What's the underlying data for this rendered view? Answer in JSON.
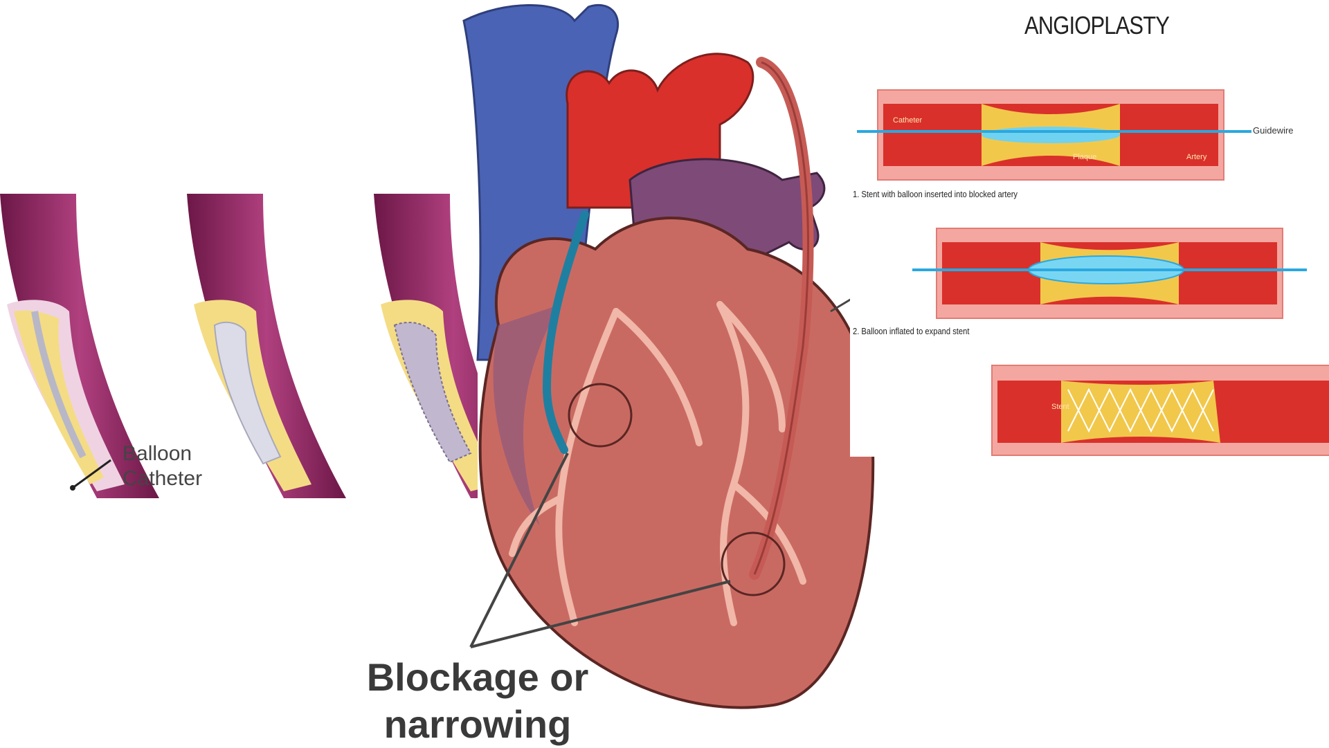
{
  "title": "ANGIOPLASTY",
  "balloon_label": "Balloon\nCatheter",
  "blockage_label": "Blockage or\nnarrowing",
  "diagram": {
    "labels": {
      "catheter": "Catheter",
      "guidewire": "Guidewire",
      "plaque": "Plaque",
      "artery": "Artery",
      "stent": "Stent"
    },
    "steps": [
      "1. Stent with balloon inserted into blocked artery",
      "2. Balloon inflated to expand stent"
    ]
  },
  "colors": {
    "vessel_wall": "#8e2460",
    "vessel_inner": "#d9a3c7",
    "plaque": "#f2d27a",
    "heart": "#c96a62",
    "vein_blue": "#4a63b5",
    "artery_red": "#d9302b",
    "guidewire": "#2aa8e0",
    "coronary": "#f1b7a8"
  }
}
